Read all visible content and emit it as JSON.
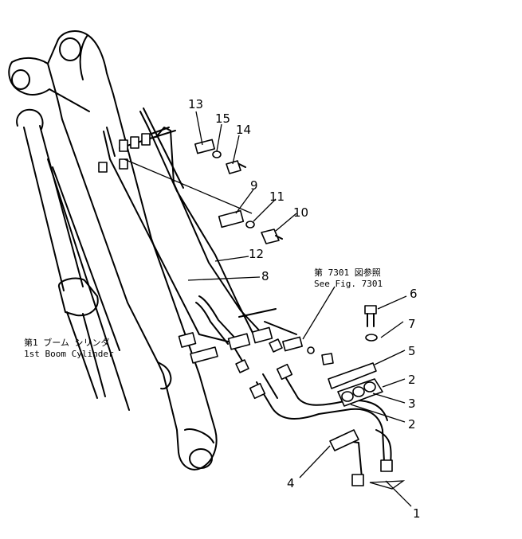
{
  "labels": {
    "n1": "1",
    "n2a": "2",
    "n2b": "2",
    "n3": "3",
    "n4": "4",
    "n5": "5",
    "n6": "6",
    "n7": "7",
    "n8": "8",
    "n9": "9",
    "n10": "10",
    "n11": "11",
    "n12": "12",
    "n13": "13",
    "n14": "14",
    "n15": "15"
  },
  "notes": {
    "see_fig_jp": "第 7301 図参照",
    "see_fig_en": "See Fig. 7301",
    "boom_cyl_jp": "第1 ブーム シリンダ",
    "boom_cyl_en": "1st Boom Cylinder"
  }
}
